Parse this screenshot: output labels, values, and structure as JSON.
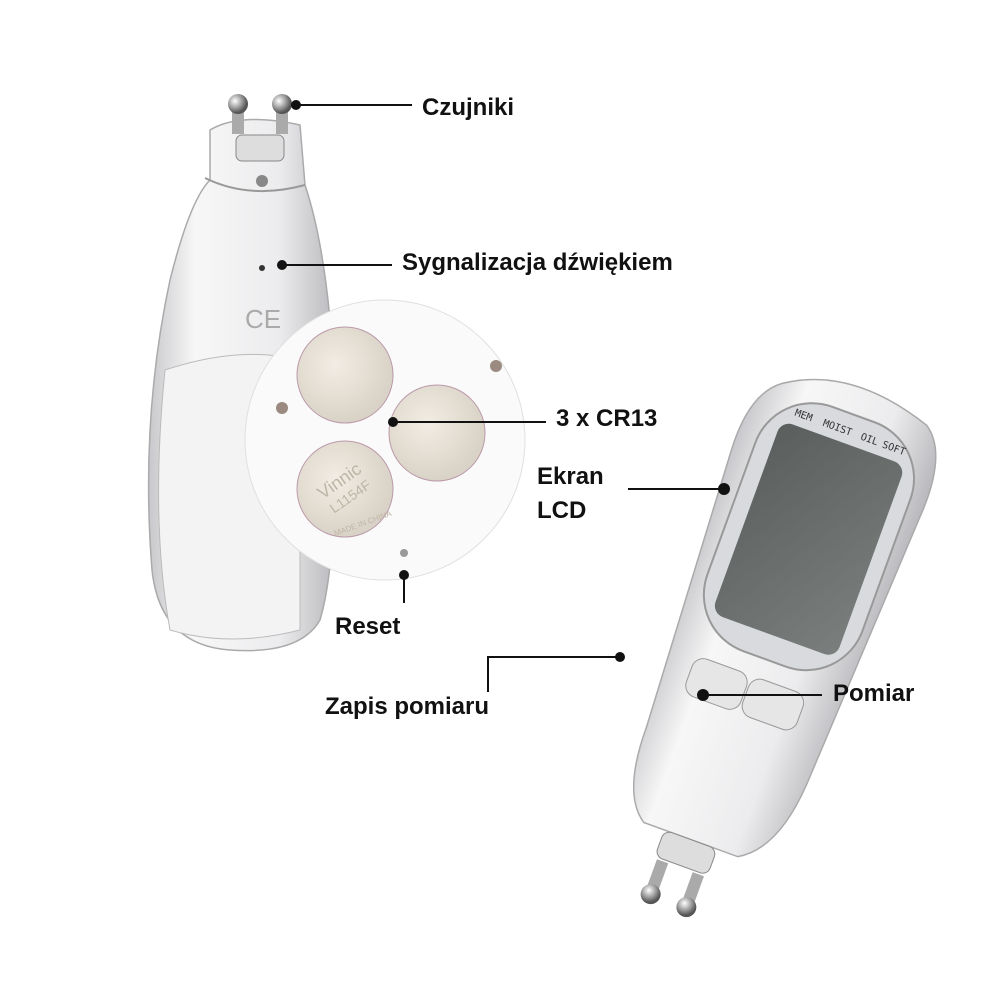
{
  "callouts": {
    "sensors": "Czujniki",
    "sound": "Sygnalizacja dźwiękiem",
    "batteries": "3 x CR13",
    "lcd_line1": "Ekran",
    "lcd_line2": "LCD",
    "reset": "Reset",
    "save": "Zapis pomiaru",
    "measure": "Pomiar"
  },
  "lcd_labels": [
    "MEM",
    "MOIST",
    "OIL",
    "SOFT"
  ],
  "battery_print": [
    "Vinnic",
    "L1154F",
    "MADE IN CHINA"
  ],
  "colors": {
    "line": "#111111",
    "body": "#eeeeee",
    "lcd": "#6b6f6e"
  }
}
